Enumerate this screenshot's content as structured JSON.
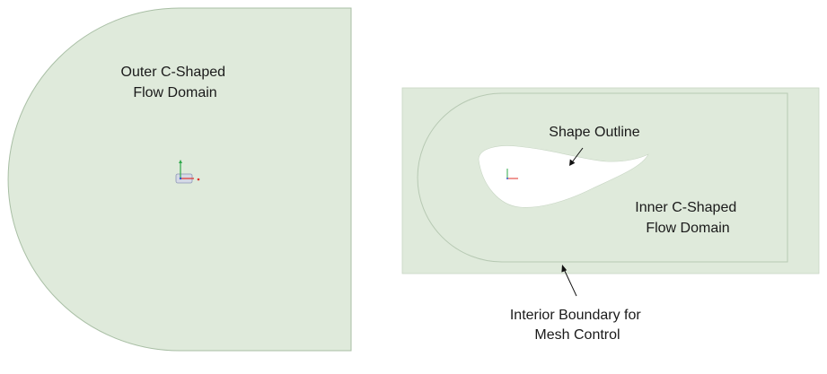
{
  "labels": {
    "outer_domain": [
      "Outer C-Shaped",
      "Flow Domain"
    ],
    "shape_outline": "Shape Outline",
    "inner_domain": [
      "Inner C-Shaped",
      "Flow Domain"
    ],
    "interior_boundary": [
      "Interior Boundary for",
      "Mesh Control"
    ]
  },
  "colors": {
    "domain_fill": "#dfeadb",
    "domain_stroke": "#a9bfa5",
    "inner_boundary_stroke": "#b7c9b3",
    "airfoil_fill": "#ffffff",
    "arrow": "#111111",
    "axis_x": "#e0302a",
    "axis_y": "#2fa84a"
  },
  "icons": {
    "triad": "coordinate-triad-icon"
  }
}
